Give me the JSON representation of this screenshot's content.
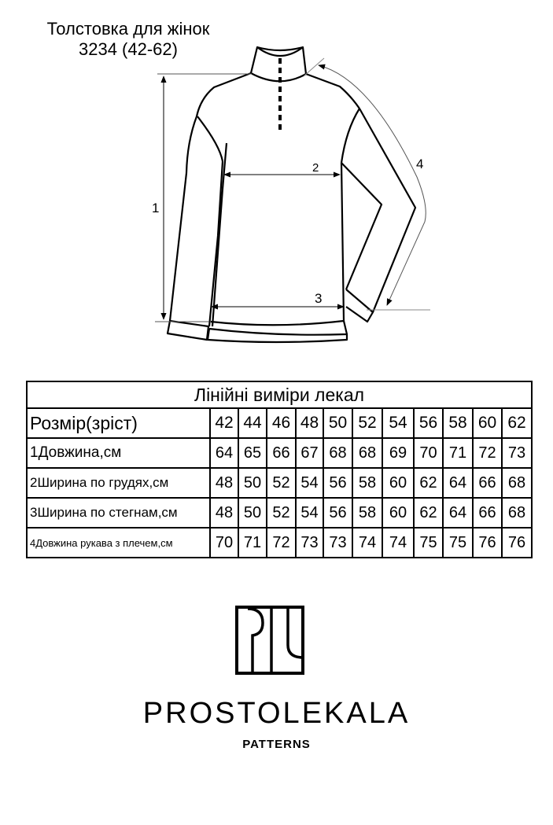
{
  "header": {
    "title": "Толстовка для жінок",
    "subtitle": "3234 (42-62)"
  },
  "diagram": {
    "measure_labels": {
      "length": "1",
      "chest": "2",
      "hip": "3",
      "sleeve": "4"
    }
  },
  "table": {
    "caption": "Лінійні виміри лекал",
    "header": {
      "label": "Розмір(зріст)",
      "sizes": [
        "42",
        "44",
        "46",
        "48",
        "50",
        "52",
        "54",
        "56",
        "58",
        "60",
        "62"
      ]
    },
    "rows": [
      {
        "label": "1Довжина,см",
        "values": [
          "64",
          "65",
          "66",
          "67",
          "68",
          "68",
          "69",
          "70",
          "71",
          "72",
          "73"
        ]
      },
      {
        "label": "2Ширина по грудях,см",
        "values": [
          "48",
          "50",
          "52",
          "54",
          "56",
          "58",
          "60",
          "62",
          "64",
          "66",
          "68"
        ]
      },
      {
        "label": "3Ширина по стегнам,см",
        "values": [
          "48",
          "50",
          "52",
          "54",
          "56",
          "58",
          "60",
          "62",
          "64",
          "66",
          "68"
        ]
      },
      {
        "label": "4Довжина рукава з плечем,см",
        "values": [
          "70",
          "71",
          "72",
          "73",
          "73",
          "74",
          "74",
          "75",
          "75",
          "76",
          "76"
        ]
      }
    ]
  },
  "brand": {
    "name": "PROSTOLEKALA",
    "tagline": "PATTERNS",
    "logo_icon": "pl-monogram-icon"
  }
}
